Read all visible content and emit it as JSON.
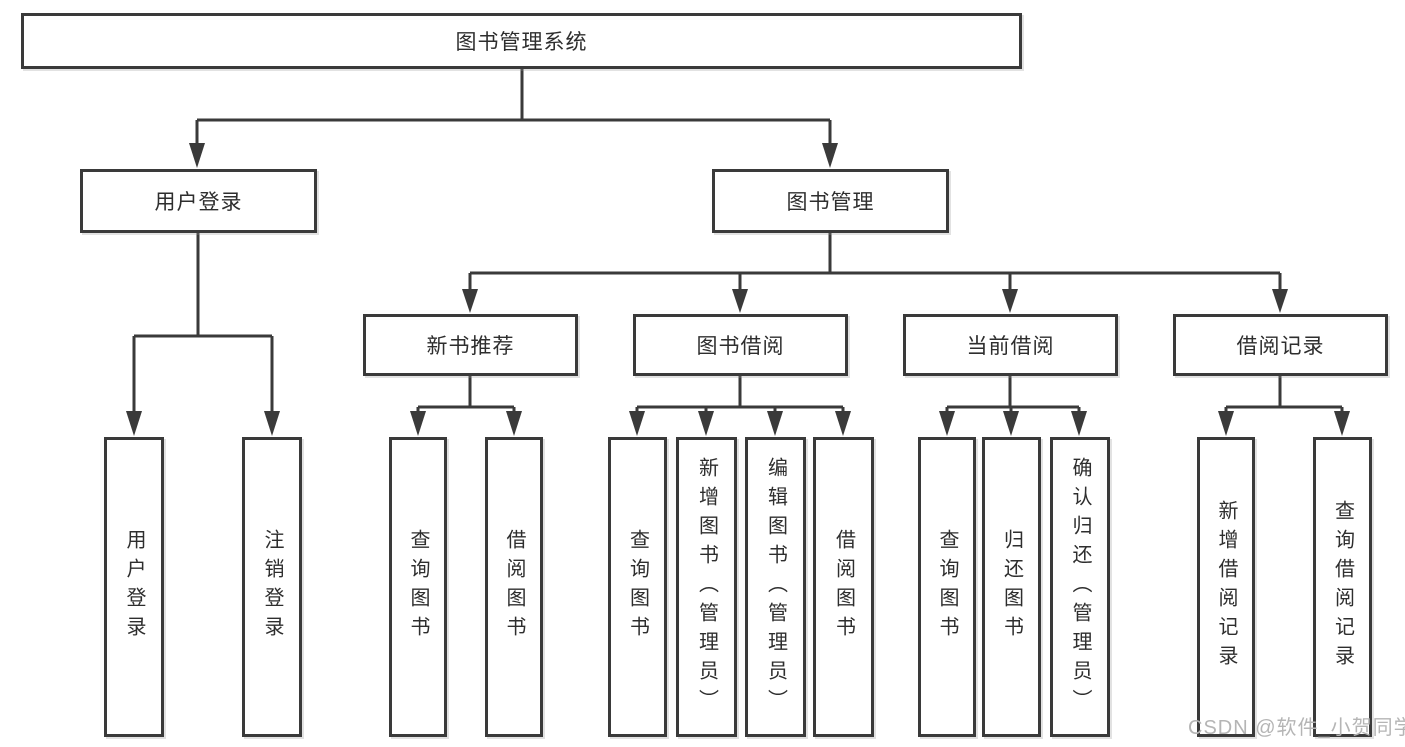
{
  "diagram": {
    "type": "hierarchy-tree",
    "root": {
      "label": "图书管理系统"
    },
    "level2": [
      {
        "id": "user-login",
        "label": "用户登录",
        "parent": "root"
      },
      {
        "id": "book-management",
        "label": "图书管理",
        "parent": "root"
      }
    ],
    "level3": [
      {
        "id": "new-book-recommend",
        "label": "新书推荐",
        "parent": "book-management"
      },
      {
        "id": "book-borrow",
        "label": "图书借阅",
        "parent": "book-management"
      },
      {
        "id": "current-borrow",
        "label": "当前借阅",
        "parent": "book-management"
      },
      {
        "id": "borrow-records",
        "label": "借阅记录",
        "parent": "book-management"
      }
    ],
    "leaves": [
      {
        "label": "用户登录",
        "parent": "user-login"
      },
      {
        "label": "注销登录",
        "parent": "user-login"
      },
      {
        "label": "查询图书",
        "parent": "new-book-recommend"
      },
      {
        "label": "借阅图书",
        "parent": "new-book-recommend"
      },
      {
        "label": "查询图书",
        "parent": "book-borrow"
      },
      {
        "label": "新增图书（管理员）",
        "parent": "book-borrow"
      },
      {
        "label": "编辑图书（管理员）",
        "parent": "book-borrow"
      },
      {
        "label": "借阅图书",
        "parent": "book-borrow"
      },
      {
        "label": "查询图书",
        "parent": "current-borrow"
      },
      {
        "label": "归还图书",
        "parent": "current-borrow"
      },
      {
        "label": "确认归还（管理员）",
        "parent": "current-borrow"
      },
      {
        "label": "新增借阅记录",
        "parent": "borrow-records"
      },
      {
        "label": "查询借阅记录",
        "parent": "borrow-records"
      }
    ],
    "watermark": "CSDN @软件_小贺同学",
    "colors": {
      "line": "#3a3a3a",
      "box_background": "#ffffff",
      "text": "#2e2e2e",
      "watermark": "#b5b5b5"
    }
  }
}
